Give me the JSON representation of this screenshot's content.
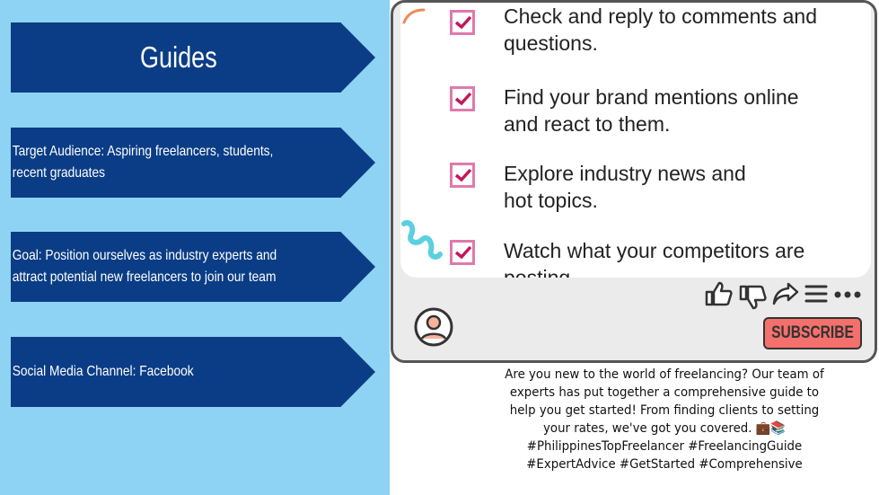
{
  "left_panel": {
    "title": "Guides",
    "audience": "Target Audience:  Aspiring freelancers, students, recent graduates",
    "goal": "Goal: Position ourselves as industry experts and attract potential new freelancers to join our team",
    "channel": "Social Media Channel: Facebook"
  },
  "checklist": [
    {
      "line1": "Check and reply to comments and",
      "line2": "questions."
    },
    {
      "line1": "Find your brand mentions online",
      "line2": "and react to them."
    },
    {
      "line1": "Explore industry news and",
      "line2": "hot topics."
    },
    {
      "line1": "Watch what your competitors are",
      "line2": "posting"
    }
  ],
  "post_actions": {
    "icons": [
      "thumbs-up-icon",
      "thumbs-down-icon",
      "share-icon",
      "menu-icon",
      "more-icon"
    ],
    "subscribe_label": "SUBSCRIBE"
  },
  "caption_lines": [
    "Are you new to the world of freelancing? Our team of",
    "experts has put together a comprehensive guide to",
    "help you get started! From finding clients to setting",
    "your rates, we've got you covered. 💼📚",
    "#PhilippinesTopFreelancer #FreelancingGuide",
    "#ExpertAdvice #GetStarted #Comprehensive"
  ],
  "colors": {
    "panel_bg": "#8ed3f3",
    "arrow_fill": "#0b3d86",
    "checkbox_border": "#e079ac",
    "check_mark": "#c2185b",
    "subscribe_bg": "#f4706c"
  }
}
